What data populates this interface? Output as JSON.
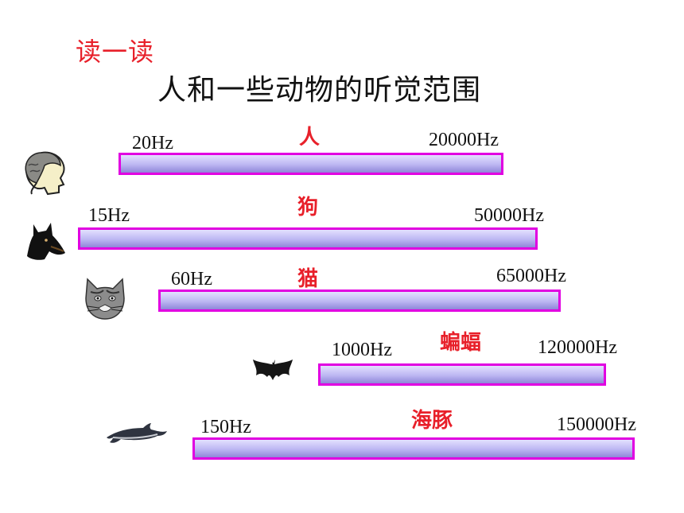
{
  "header": {
    "prompt": "读一读",
    "title": "人和一些动物的听觉范围"
  },
  "ranges": [
    {
      "name": "人",
      "min_label": "20Hz",
      "max_label": "20000Hz",
      "min_hz": 20,
      "max_hz": 20000,
      "icon": "human-head-icon"
    },
    {
      "name": "狗",
      "min_label": "15Hz",
      "max_label": "50000Hz",
      "min_hz": 15,
      "max_hz": 50000,
      "icon": "dog-head-icon"
    },
    {
      "name": "猫",
      "min_label": "60Hz",
      "max_label": "65000Hz",
      "min_hz": 60,
      "max_hz": 65000,
      "icon": "cat-head-icon"
    },
    {
      "name": "蝙蝠",
      "min_label": "1000Hz",
      "max_label": "120000Hz",
      "min_hz": 1000,
      "max_hz": 120000,
      "icon": "bat-icon"
    },
    {
      "name": "海豚",
      "min_label": "150Hz",
      "max_label": "150000Hz",
      "min_hz": 150,
      "max_hz": 150000,
      "icon": "dolphin-icon"
    }
  ],
  "colors": {
    "label_red": "#e8202a",
    "bar_border": "#e100e1",
    "bar_fill": "#bcb6f2"
  }
}
